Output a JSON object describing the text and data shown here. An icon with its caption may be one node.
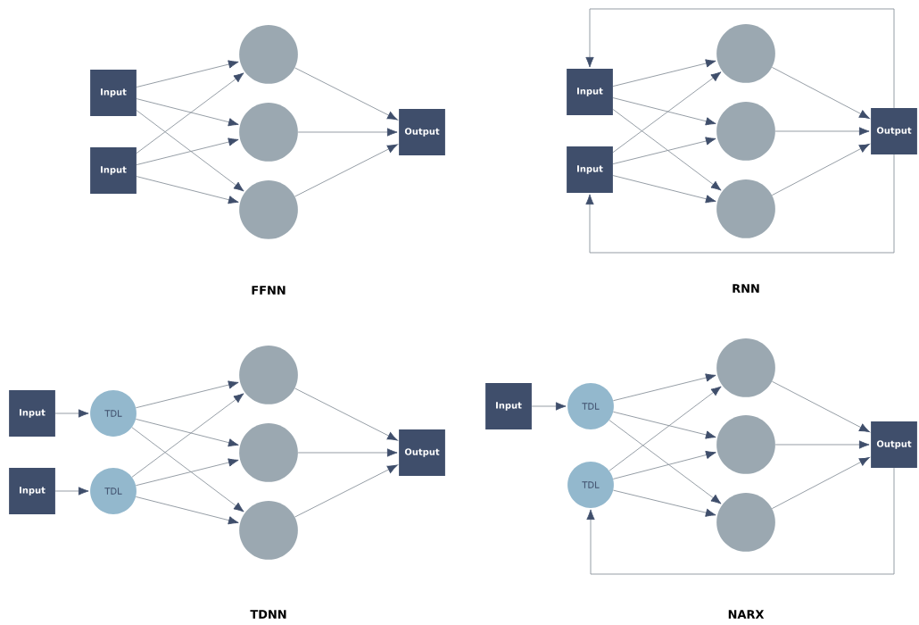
{
  "diagram": {
    "nodes": [
      {
        "text": [
          "Input"
        ]
      },
      {
        "text": [
          "Input"
        ]
      },
      {
        "text": [],
        "shape": "circle"
      },
      {
        "text": [],
        "shape": "circle"
      },
      {
        "text": [],
        "shape": "circle"
      },
      {
        "text": [
          "Output"
        ]
      },
      {
        "text": [
          "Input"
        ]
      },
      {
        "text": [
          "Input"
        ]
      },
      {
        "text": [],
        "shape": "circle"
      },
      {
        "text": [],
        "shape": "circle"
      },
      {
        "text": [],
        "shape": "circle"
      },
      {
        "text": [
          "Output"
        ]
      },
      {
        "text": [
          "Input"
        ]
      },
      {
        "text": [
          "Input"
        ]
      },
      {
        "text": [
          "TDL"
        ]
      },
      {
        "text": [
          "TDL"
        ]
      },
      {
        "text": [],
        "shape": "circle"
      },
      {
        "text": [],
        "shape": "circle"
      },
      {
        "text": [],
        "shape": "circle"
      },
      {
        "text": [
          "Output"
        ]
      },
      {
        "text": [
          "Input"
        ]
      },
      {
        "text": [
          "TDL"
        ]
      },
      {
        "text": [
          "TDL"
        ]
      },
      {
        "text": [],
        "shape": "circle"
      },
      {
        "text": [],
        "shape": "circle"
      },
      {
        "text": [],
        "shape": "circle"
      },
      {
        "text": [
          "Output"
        ]
      }
    ],
    "edges": [
      {
        "from": 0,
        "to": 2,
        "arrow": "to"
      },
      {
        "from": 0,
        "to": 3,
        "arrow": "to"
      },
      {
        "from": 0,
        "to": 4,
        "arrow": "to"
      },
      {
        "from": 1,
        "to": 2,
        "arrow": "to"
      },
      {
        "from": 1,
        "to": 3,
        "arrow": "to"
      },
      {
        "from": 1,
        "to": 4,
        "arrow": "to"
      },
      {
        "from": 2,
        "to": 5,
        "arrow": "to"
      },
      {
        "from": 3,
        "to": 5,
        "arrow": "to"
      },
      {
        "from": 4,
        "to": 5,
        "arrow": "to"
      },
      {
        "from": 6,
        "to": 8,
        "arrow": "to"
      },
      {
        "from": 6,
        "to": 9,
        "arrow": "to"
      },
      {
        "from": 6,
        "to": 10,
        "arrow": "to"
      },
      {
        "from": 7,
        "to": 8,
        "arrow": "to"
      },
      {
        "from": 7,
        "to": 9,
        "arrow": "to"
      },
      {
        "from": 7,
        "to": 10,
        "arrow": "to"
      },
      {
        "from": 8,
        "to": 11,
        "arrow": "to"
      },
      {
        "from": 9,
        "to": 11,
        "arrow": "to"
      },
      {
        "from": 10,
        "to": 11,
        "arrow": "to"
      },
      {
        "from": 11,
        "to": 6,
        "arrow": "to"
      },
      {
        "from": 11,
        "to": 7,
        "arrow": "to"
      },
      {
        "from": 12,
        "to": 14,
        "arrow": "to"
      },
      {
        "from": 13,
        "to": 15,
        "arrow": "to"
      },
      {
        "from": 14,
        "to": 16,
        "arrow": "to"
      },
      {
        "from": 14,
        "to": 17,
        "arrow": "to"
      },
      {
        "from": 14,
        "to": 18,
        "arrow": "to"
      },
      {
        "from": 15,
        "to": 16,
        "arrow": "to"
      },
      {
        "from": 15,
        "to": 17,
        "arrow": "to"
      },
      {
        "from": 15,
        "to": 18,
        "arrow": "to"
      },
      {
        "from": 16,
        "to": 19,
        "arrow": "to"
      },
      {
        "from": 17,
        "to": 19,
        "arrow": "to"
      },
      {
        "from": 18,
        "to": 19,
        "arrow": "to"
      },
      {
        "from": 20,
        "to": 21,
        "arrow": "to"
      },
      {
        "from": 21,
        "to": 23,
        "arrow": "to"
      },
      {
        "from": 21,
        "to": 24,
        "arrow": "to"
      },
      {
        "from": 21,
        "to": 25,
        "arrow": "to"
      },
      {
        "from": 22,
        "to": 23,
        "arrow": "to"
      },
      {
        "from": 22,
        "to": 24,
        "arrow": "to"
      },
      {
        "from": 22,
        "to": 25,
        "arrow": "to"
      },
      {
        "from": 23,
        "to": 26,
        "arrow": "to"
      },
      {
        "from": 24,
        "to": 26,
        "arrow": "to"
      },
      {
        "from": 25,
        "to": 26,
        "arrow": "to"
      },
      {
        "from": 26,
        "to": 22,
        "arrow": "to"
      }
    ],
    "labels": [
      "FFNN",
      "RNN",
      "TDNN",
      "NARX"
    ]
  }
}
